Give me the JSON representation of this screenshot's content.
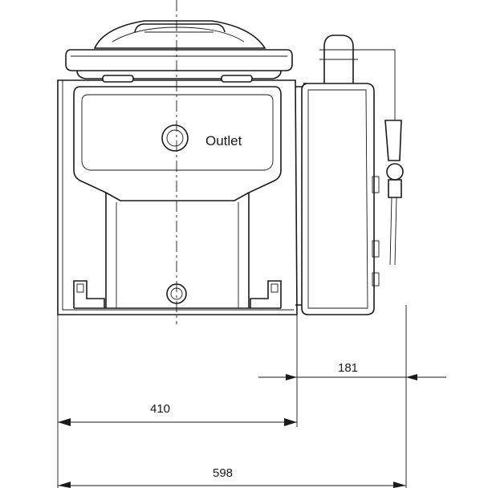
{
  "labels": {
    "outlet": "Outlet"
  },
  "dimensions": {
    "tank_cabinet_width": "181",
    "main_unit_width": "410",
    "overall_width": "598"
  },
  "colors": {
    "line": "#1a1a1a",
    "background": "#ffffff"
  }
}
